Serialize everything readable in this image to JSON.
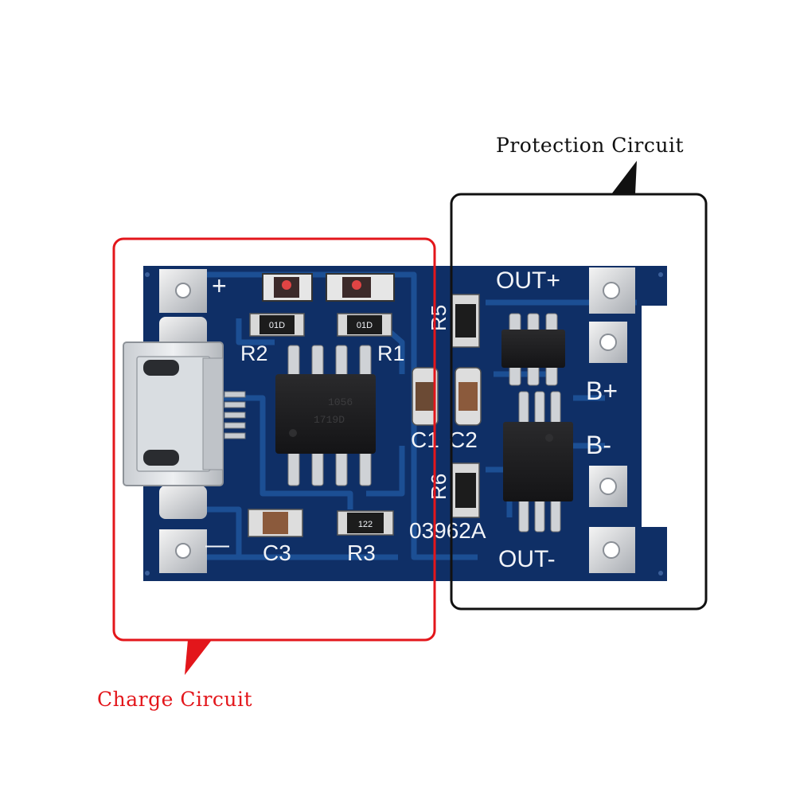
{
  "colors": {
    "pcb_blue": "#0f2f66",
    "trace_blue": "#1c4f94",
    "silkscreen": "#f2f4f8",
    "charge_box": "#e3161b",
    "protection_box": "#111111"
  },
  "callouts": {
    "protection": {
      "text": "Protection Circuit"
    },
    "charge": {
      "text": "Charge Circuit"
    }
  },
  "board": {
    "silk": {
      "plus": "+",
      "minus": "—",
      "r1": "R1",
      "r2": "R2",
      "r3": "R3",
      "r5": "R5",
      "r6": "R6",
      "c1": "C1",
      "c2": "C2",
      "c3": "C3",
      "out_plus": "OUT+",
      "out_minus": "OUT-",
      "b_plus": "B+",
      "b_minus": "B-",
      "board_code": "03962A"
    },
    "markings": {
      "r_top_left": "01D",
      "r_top_right": "01D",
      "r3_code": "122",
      "charger_ic": "1056",
      "charger_ic_line2": "1719D"
    }
  }
}
